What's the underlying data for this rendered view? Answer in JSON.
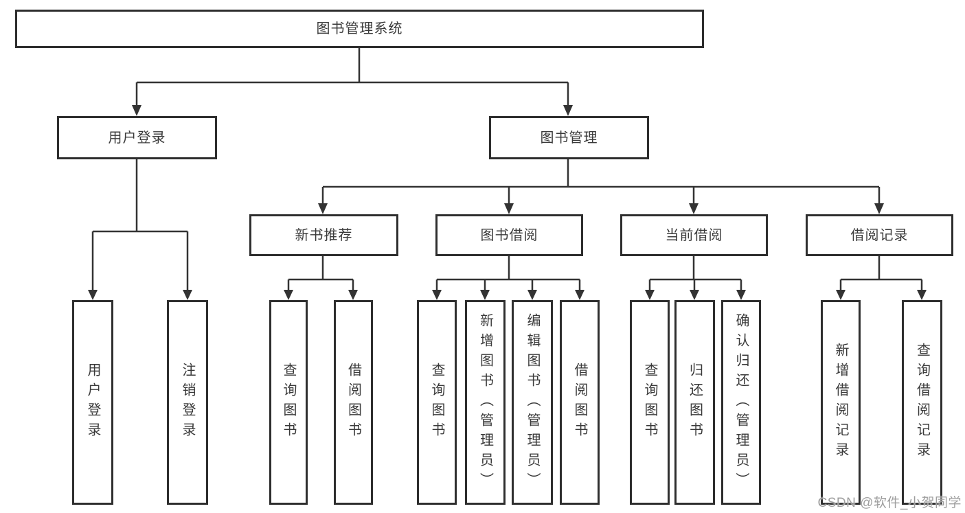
{
  "tree": {
    "root": "图书管理系统",
    "children": [
      {
        "label": "用户登录",
        "children": [
          "用户登录",
          "注销登录"
        ]
      },
      {
        "label": "图书管理",
        "children": [
          {
            "label": "新书推荐",
            "children": [
              "查询图书",
              "借阅图书"
            ]
          },
          {
            "label": "图书借阅",
            "children": [
              "查询图书",
              "新增图书（管理员）",
              "编辑图书（管理员）",
              "借阅图书"
            ]
          },
          {
            "label": "当前借阅",
            "children": [
              "查询图书",
              "归还图书",
              "确认归还（管理员）"
            ]
          },
          {
            "label": "借阅记录",
            "children": [
              "新增借阅记录",
              "查询借阅记录"
            ]
          }
        ]
      }
    ]
  },
  "watermark": {
    "text": "CSDN @软件_小贺同学"
  },
  "colors": {
    "line": "#333333",
    "box_border": "#2e2e2e",
    "text": "#3a3a3a",
    "watermark": "#9e9e9e",
    "background": "#ffffff"
  }
}
